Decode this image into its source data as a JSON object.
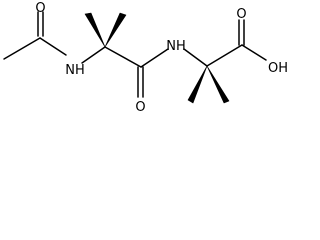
{
  "atom_labels": {
    "o_acetyl": "O",
    "nh_acetamido": "N­H",
    "nh_amide": "NH",
    "o_amide": "O",
    "o_acid_carbonyl": "O",
    "oh_acid": "OH"
  },
  "colors": {
    "bond": "#000000",
    "label": "#000000",
    "background": "#ffffff"
  }
}
